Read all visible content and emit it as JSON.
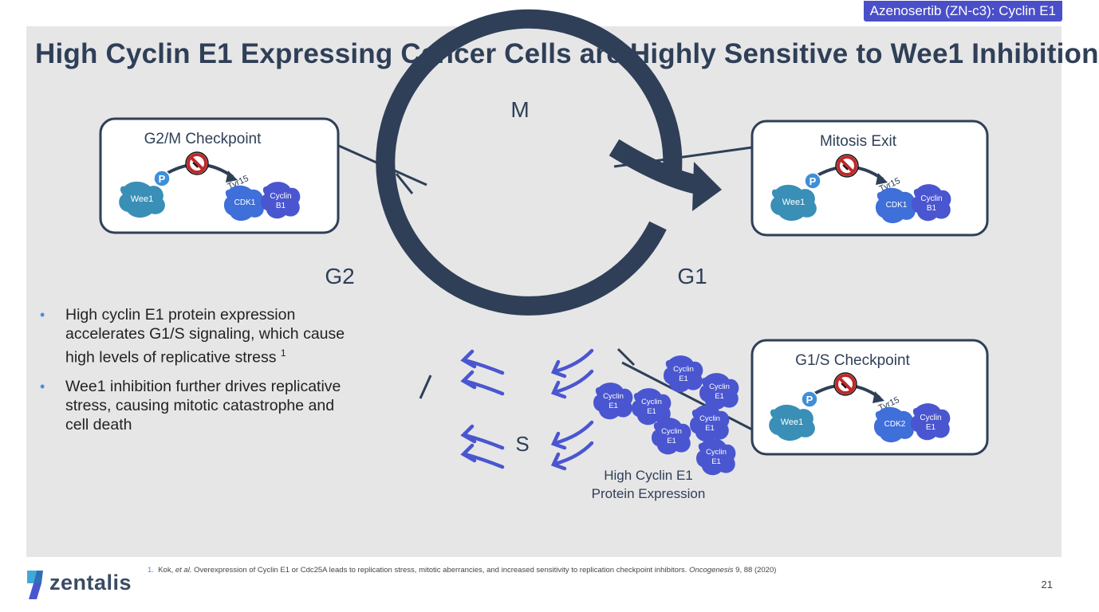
{
  "header_tag": "Azenosertib (ZN-c3): Cyclin E1",
  "title": "High Cyclin E1 Expressing Cancer Cells are Highly Sensitive to Wee1 Inhibition",
  "cycle": {
    "m": "M",
    "g2": "G2",
    "g1": "G1",
    "s": "S"
  },
  "boxes": [
    {
      "title": "G2/M Checkpoint",
      "wee": "Wee1",
      "p": "P",
      "tyr": "Tyr15",
      "cdk": "CDK1",
      "cyclin1": "Cyclin",
      "cyclin2": "B1"
    },
    {
      "title": "Mitosis Exit",
      "wee": "Wee1",
      "p": "P",
      "tyr": "Tyr15",
      "cdk": "CDK1",
      "cyclin1": "Cyclin",
      "cyclin2": "B1"
    },
    {
      "title": "G1/S Checkpoint",
      "wee": "Wee1",
      "p": "P",
      "tyr": "Tyr15",
      "cdk": "CDK2",
      "cyclin1": "Cyclin",
      "cyclin2": "E1"
    }
  ],
  "cyclin_blob": {
    "line1": "Cyclin",
    "line2": "E1"
  },
  "expression_label": {
    "line1": "High Cyclin E1",
    "line2": "Protein Expression"
  },
  "bullets": [
    {
      "text": "High cyclin E1 protein expression accelerates G1/S signaling, which cause high levels of replicative stress",
      "sup": "1"
    },
    {
      "text": "Wee1 inhibition further drives replicative stress, causing mitotic catastrophe and cell death",
      "sup": ""
    }
  ],
  "footnote": {
    "num": "1.",
    "author": "Kok, ",
    "etal": "et al.",
    "text": " Overexpression of Cyclin E1 or Cdc25A leads to replication stress, mitotic aberrancies, and increased sensitivity to replication checkpoint inhibitors. ",
    "journal": "Oncogenesis",
    "tail": " 9, 88 (2020)"
  },
  "logo": "zentalis",
  "page_number": "21",
  "colors": {
    "navy": "#2f3f57",
    "wee1_teal": "#3a8fb7",
    "cdk_blue": "#3f6fd8",
    "cyclin_blue": "#4a56d0",
    "arrow_blue": "#4a56d0",
    "no_sign_red": "#c0282a",
    "background_panel": "#e6e6e7"
  }
}
